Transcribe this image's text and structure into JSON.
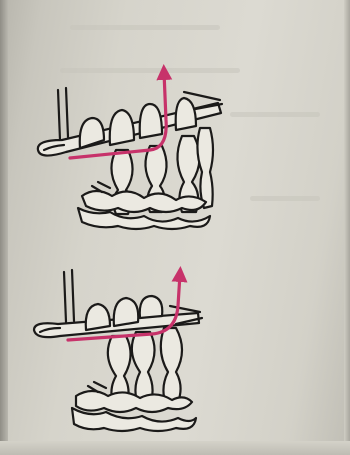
{
  "page": {
    "background": "#d9d7ce",
    "ink": "#1b1a19",
    "accent": "#c7326a"
  },
  "illustrations": [
    {
      "name": "crochet-step-1",
      "arrow": "up-right"
    },
    {
      "name": "crochet-step-2",
      "arrow": "up-right"
    }
  ]
}
